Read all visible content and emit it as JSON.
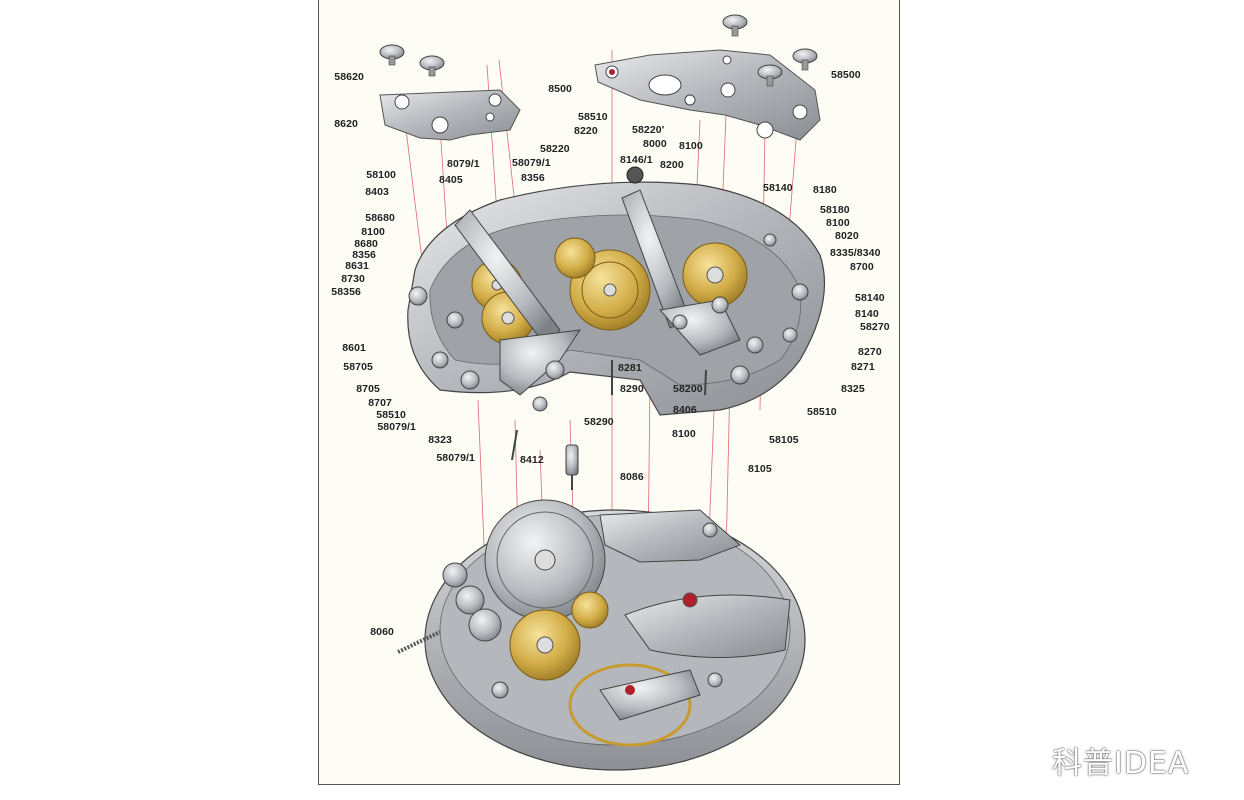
{
  "labels": [
    {
      "id": "l58620a",
      "text": "58620"
    },
    {
      "id": "l8620",
      "text": "8620"
    },
    {
      "id": "l8500",
      "text": "8500"
    },
    {
      "id": "l58500",
      "text": "58500"
    },
    {
      "id": "l58510a",
      "text": "58510"
    },
    {
      "id": "l8220",
      "text": "8220"
    },
    {
      "id": "l58220b",
      "text": "58220'"
    },
    {
      "id": "l8000",
      "text": "8000"
    },
    {
      "id": "l8100a",
      "text": "8100"
    },
    {
      "id": "l58220a",
      "text": "58220"
    },
    {
      "id": "l8146",
      "text": "8146/1"
    },
    {
      "id": "l8200",
      "text": "8200"
    },
    {
      "id": "l8079a",
      "text": "8079/1"
    },
    {
      "id": "l58079a",
      "text": "58079/1"
    },
    {
      "id": "l8356a",
      "text": "8356"
    },
    {
      "id": "l58100",
      "text": "58100"
    },
    {
      "id": "l8405",
      "text": "8405"
    },
    {
      "id": "l8403",
      "text": "8403"
    },
    {
      "id": "l58680",
      "text": "58680"
    },
    {
      "id": "l8100b",
      "text": "8100"
    },
    {
      "id": "l8680",
      "text": "8680"
    },
    {
      "id": "l8356b",
      "text": "8356"
    },
    {
      "id": "l8631",
      "text": "8631"
    },
    {
      "id": "l8730",
      "text": "8730"
    },
    {
      "id": "l58356",
      "text": "58356"
    },
    {
      "id": "l58140a",
      "text": "58140"
    },
    {
      "id": "l8180",
      "text": "8180"
    },
    {
      "id": "l58180",
      "text": "58180"
    },
    {
      "id": "l8100c",
      "text": "8100"
    },
    {
      "id": "l8020",
      "text": "8020"
    },
    {
      "id": "l8335",
      "text": "8335/8340"
    },
    {
      "id": "l8700",
      "text": "8700"
    },
    {
      "id": "l58140b",
      "text": "58140"
    },
    {
      "id": "l8140",
      "text": "8140"
    },
    {
      "id": "l58270",
      "text": "58270"
    },
    {
      "id": "l8270",
      "text": "8270"
    },
    {
      "id": "l8271",
      "text": "8271"
    },
    {
      "id": "l8325",
      "text": "8325"
    },
    {
      "id": "l58510b",
      "text": "58510"
    },
    {
      "id": "l58105",
      "text": "58105"
    },
    {
      "id": "l8105",
      "text": "8105"
    },
    {
      "id": "l8601",
      "text": "8601"
    },
    {
      "id": "l58705",
      "text": "58705"
    },
    {
      "id": "l8705",
      "text": "8705"
    },
    {
      "id": "l8707",
      "text": "8707"
    },
    {
      "id": "l58510c",
      "text": "58510"
    },
    {
      "id": "l58079b",
      "text": "58079/1"
    },
    {
      "id": "l8323",
      "text": "8323"
    },
    {
      "id": "l58079c",
      "text": "58079/1"
    },
    {
      "id": "l8412",
      "text": "8412"
    },
    {
      "id": "l58290",
      "text": "58290"
    },
    {
      "id": "l8281",
      "text": "8281"
    },
    {
      "id": "l8290",
      "text": "8290"
    },
    {
      "id": "l58200",
      "text": "58200"
    },
    {
      "id": "l8406",
      "text": "8406"
    },
    {
      "id": "l8100d",
      "text": "8100"
    },
    {
      "id": "l8086",
      "text": "8086"
    },
    {
      "id": "l8060",
      "text": "8060"
    }
  ],
  "watermark": "科普IDEA",
  "colors": {
    "paper": "#fdfcf5",
    "steel": "#b9bcc0",
    "gold": "#d4b04a",
    "ruby": "#b0202a",
    "leader": "#e06060"
  }
}
